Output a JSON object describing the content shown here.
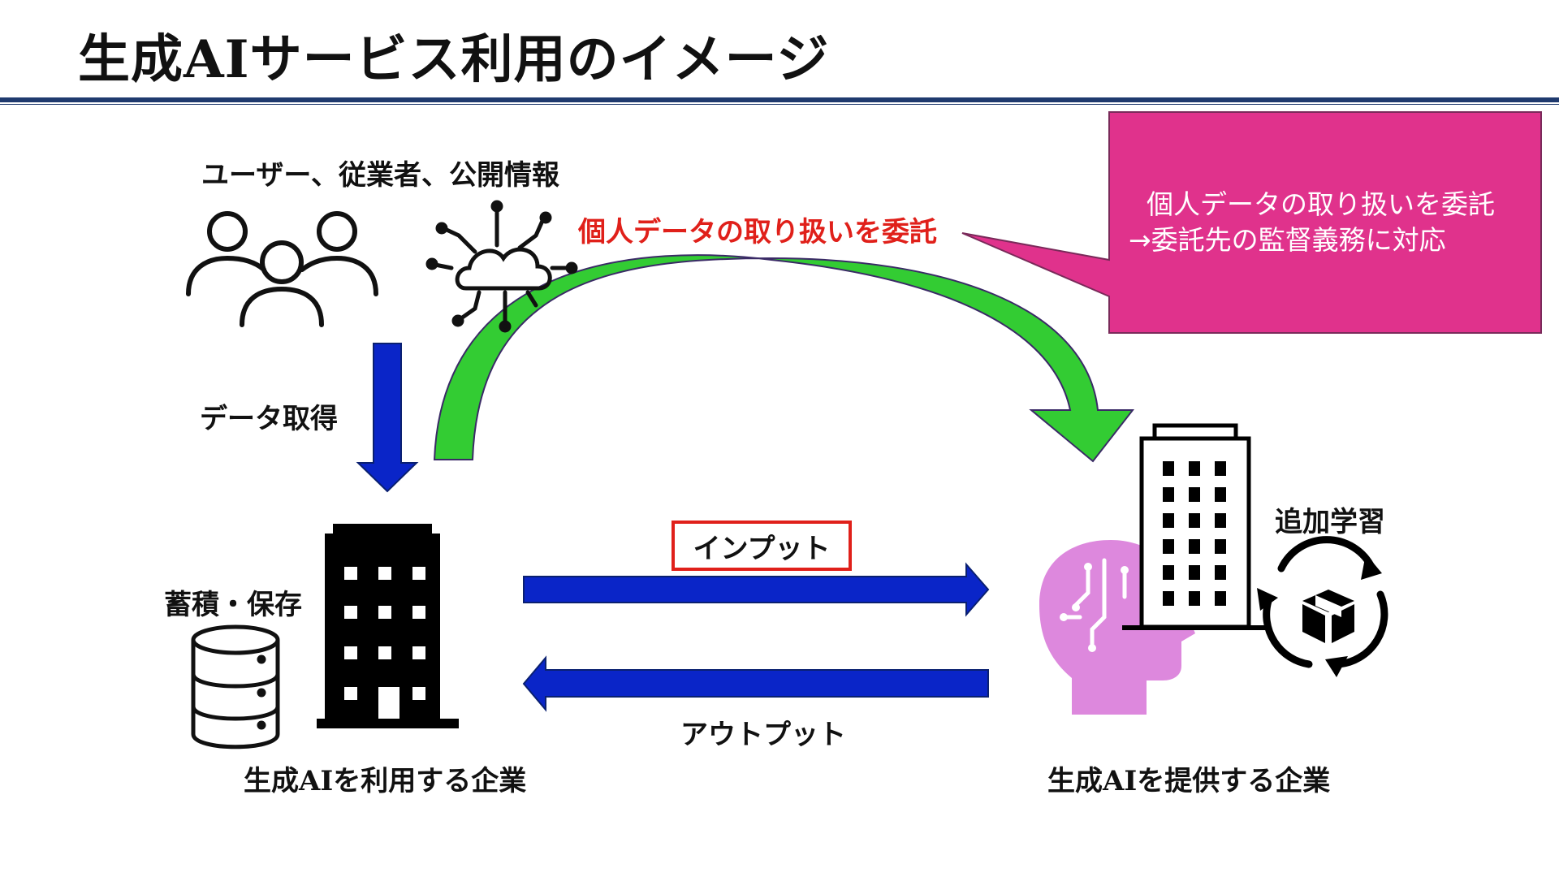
{
  "slide": {
    "title": "生成AIサービス利用のイメージ"
  },
  "sources": {
    "label": "ユーザー、従業者、公開情報"
  },
  "flows": {
    "data_acquisition": "データ取得",
    "delegation_label": "個人データの取り扱いを委託",
    "input_label": "インプット",
    "output_label": "アウトプット"
  },
  "callout": {
    "line1": "個人データの取り扱いを委託",
    "line2": "→委託先の監督義務に対応"
  },
  "user_company": {
    "storage_label": "蓄積・保存",
    "caption": "生成AIを利用する企業"
  },
  "provider_company": {
    "training_label": "追加学習",
    "caption": "生成AIを提供する企業"
  },
  "colors": {
    "title_rule": "#1f3a6e",
    "blue_arrow": "#0a25c8",
    "green_arrow": "#33cc33",
    "callout_bg": "#e0328c",
    "highlight_red": "#e0201a",
    "ai_head": "#dd88dd"
  },
  "icons": [
    "users-icon",
    "cloud-network-icon",
    "database-icon",
    "office-building-icon",
    "ai-head-icon",
    "cycle-box-icon"
  ]
}
